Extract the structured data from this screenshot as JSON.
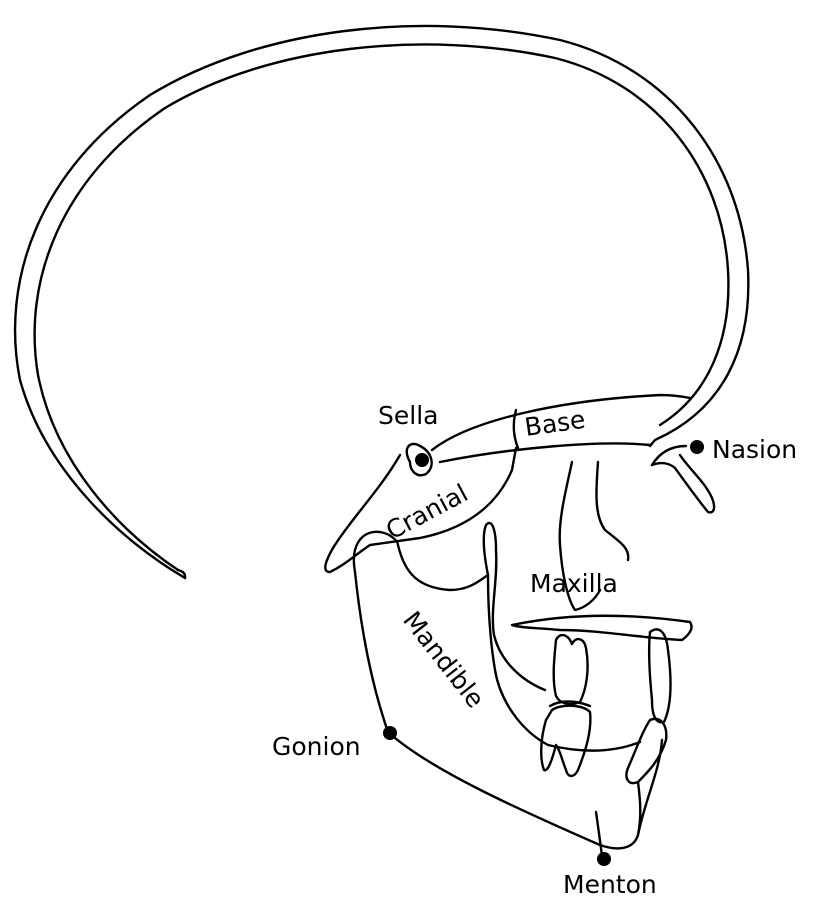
{
  "landmarks": {
    "sella": "Sella",
    "nasion": "Nasion",
    "gonion": "Gonion",
    "menton": "Menton"
  },
  "structures": {
    "cranial": "Cranial",
    "base": "Base",
    "maxilla": "Maxilla",
    "mandible": "Mandible"
  }
}
